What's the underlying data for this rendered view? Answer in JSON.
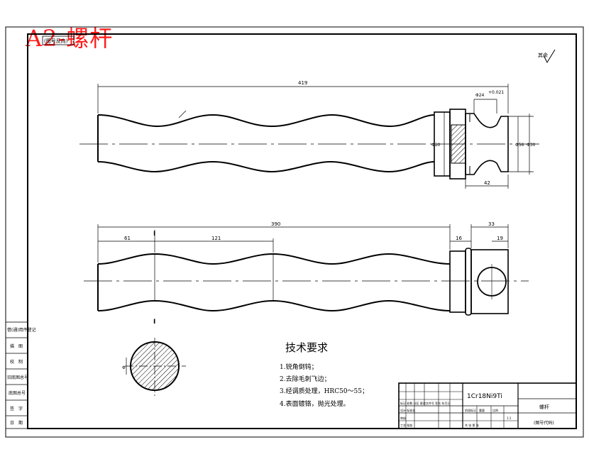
{
  "title": "A2-螺杆",
  "frame_tag": "(图号反向)",
  "roughness_mark": "其余",
  "dims_top": {
    "overall_length": "419",
    "shoulder_tol": "Φ24",
    "tolerance": "+0.021",
    "head_diam_large": "Φ80",
    "head_diam_mid": "Φ56",
    "head_diam_small": "Φ30",
    "head_length": "42"
  },
  "dims_bottom": {
    "body_length": "390",
    "seg1": "61",
    "seg2": "121",
    "seg3": "16",
    "seg4": "33",
    "seg5": "19"
  },
  "section_labels": {
    "top": "I",
    "bottom": "I",
    "section_dim": "Φ"
  },
  "left_strip": [
    "借(通)用件登记",
    "描　图",
    "校　制",
    "旧底图总号",
    "底图总号",
    "签　字",
    "日　期"
  ],
  "tech_requirements": {
    "heading": "技术要求",
    "items": [
      "1.锐角倒钝；",
      "2.去除毛刺飞边；",
      "3.经调质处理，HRC50～55；",
      "4.表面镀铬，抛光处理。"
    ]
  },
  "title_block": {
    "material": "1Cr18Ni9Ti",
    "part_name": "螺杆",
    "drawing_no": "(图号代码)",
    "rows": [
      "标记 处数 分区 更改文件号 签名 年月日",
      "设计 标准化",
      "审核",
      "工艺 批准"
    ],
    "cols": [
      "阶段标记",
      "重量",
      "比例"
    ],
    "scale": "1:1",
    "sheets": "共 张 第 张"
  }
}
